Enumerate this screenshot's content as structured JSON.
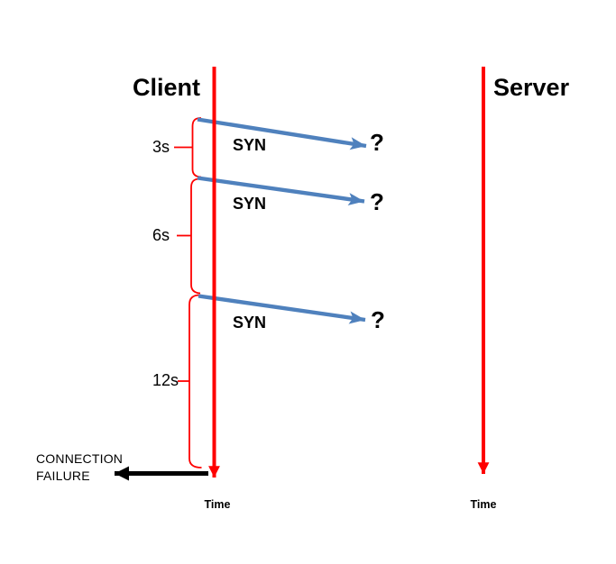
{
  "diagram": {
    "title_client": "Client",
    "title_server": "Server",
    "messages": [
      {
        "label": "SYN",
        "response": "?"
      },
      {
        "label": "SYN",
        "response": "?"
      },
      {
        "label": "SYN",
        "response": "?"
      }
    ],
    "retry_intervals": [
      {
        "label": "3s"
      },
      {
        "label": "6s"
      },
      {
        "label": "12s"
      }
    ],
    "failure": {
      "line1": "CONNECTION",
      "line2": "FAILURE"
    },
    "axis_label": "Time",
    "colors": {
      "timeline": "#fe0000",
      "syn_arrow": "#4f81bd",
      "failure_arrow": "#000000",
      "text": "#000000"
    }
  }
}
